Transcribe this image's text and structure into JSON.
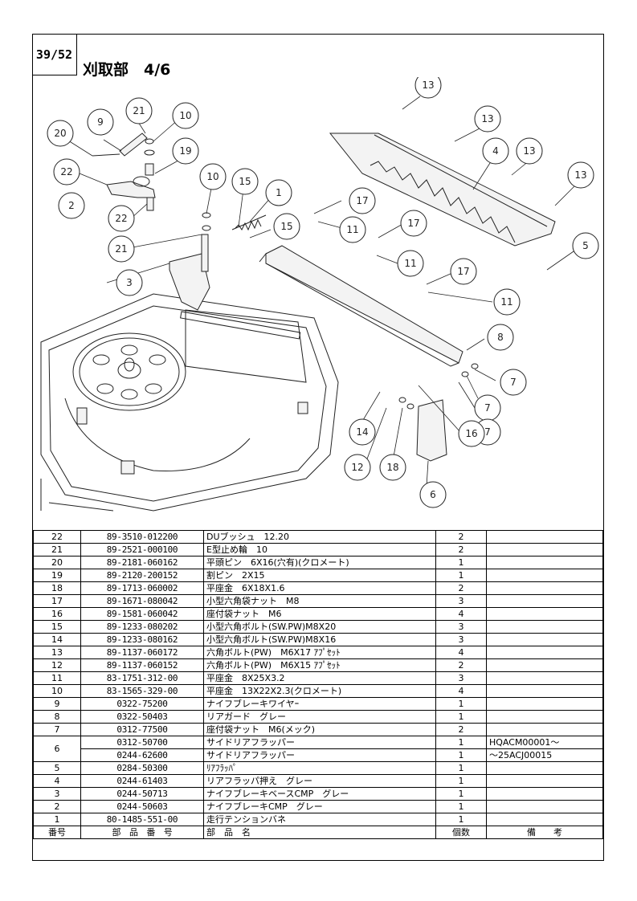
{
  "header": {
    "page_number": "39/52",
    "title": "刈取部　4/6"
  },
  "diagram": {
    "callouts": [
      "13",
      "13",
      "4",
      "13",
      "13",
      "5",
      "21",
      "10",
      "9",
      "20",
      "22",
      "19",
      "2",
      "22",
      "10",
      "15",
      "1",
      "21",
      "15",
      "17",
      "11",
      "17",
      "11",
      "17",
      "11",
      "3",
      "8",
      "7",
      "7",
      "7",
      "16",
      "14",
      "12",
      "18",
      "6"
    ]
  },
  "table": {
    "headers": {
      "no": "番号",
      "part_number": "部　品　番　号",
      "name": "部　品　名",
      "qty": "個数",
      "remarks": "備　　考"
    },
    "rows": [
      {
        "no": "22",
        "part_number": "89-3510-012200",
        "name": "DUブッシュ　12.20",
        "qty": "2",
        "remarks": ""
      },
      {
        "no": "21",
        "part_number": "89-2521-000100",
        "name": "E型止め輪　10",
        "qty": "2",
        "remarks": ""
      },
      {
        "no": "20",
        "part_number": "89-2181-060162",
        "name": "平頭ピン　6X16(穴有)(クロメート)",
        "qty": "1",
        "remarks": ""
      },
      {
        "no": "19",
        "part_number": "89-2120-200152",
        "name": "割ピン　2X15",
        "qty": "1",
        "remarks": ""
      },
      {
        "no": "18",
        "part_number": "89-1713-060002",
        "name": "平座金　6X18X1.6",
        "qty": "2",
        "remarks": ""
      },
      {
        "no": "17",
        "part_number": "89-1671-080042",
        "name": "小型六角袋ナット　M8",
        "qty": "3",
        "remarks": ""
      },
      {
        "no": "16",
        "part_number": "89-1581-060042",
        "name": "座付袋ナット　M6",
        "qty": "4",
        "remarks": ""
      },
      {
        "no": "15",
        "part_number": "89-1233-080202",
        "name": "小型六角ボルト(SW.PW)M8X20",
        "qty": "3",
        "remarks": ""
      },
      {
        "no": "14",
        "part_number": "89-1233-080162",
        "name": "小型六角ボルト(SW.PW)M8X16",
        "qty": "3",
        "remarks": ""
      },
      {
        "no": "13",
        "part_number": "89-1137-060172",
        "name": "六角ボルト(PW)　M6X17 ｱﾌﾟｾｯﾄ",
        "qty": "4",
        "remarks": ""
      },
      {
        "no": "12",
        "part_number": "89-1137-060152",
        "name": "六角ボルト(PW)　M6X15 ｱﾌﾟｾｯﾄ",
        "qty": "2",
        "remarks": ""
      },
      {
        "no": "11",
        "part_number": "83-1751-312-00",
        "name": "平座金　8X25X3.2",
        "qty": "3",
        "remarks": ""
      },
      {
        "no": "10",
        "part_number": "83-1565-329-00",
        "name": "平座金　13X22X2.3(クロメート)",
        "qty": "4",
        "remarks": ""
      },
      {
        "no": "9",
        "part_number": "0322-75200",
        "name": "ナイフブレーキワイヤｰ",
        "qty": "1",
        "remarks": ""
      },
      {
        "no": "8",
        "part_number": "0322-50403",
        "name": "リアガード　グレー",
        "qty": "1",
        "remarks": ""
      },
      {
        "no": "7",
        "part_number": "0312-77500",
        "name": "座付袋ナット　M6(メック)",
        "qty": "2",
        "remarks": ""
      },
      {
        "no": "6",
        "part_number": "0312-50700",
        "name": "サイドリアフラッパー",
        "qty": "1",
        "remarks": "HQACM00001～"
      },
      {
        "no": "",
        "part_number": "0244-62600",
        "name": "サイドリアフラッパー",
        "qty": "1",
        "remarks": "～25ACJ00015"
      },
      {
        "no": "5",
        "part_number": "0284-50300",
        "name": "ﾘｱﾌﾗｯﾊﾟ",
        "qty": "1",
        "remarks": ""
      },
      {
        "no": "4",
        "part_number": "0244-61403",
        "name": "リアフラッパ押え　グレー",
        "qty": "1",
        "remarks": ""
      },
      {
        "no": "3",
        "part_number": "0244-50713",
        "name": "ナイフブレーキベースCMP　グレー",
        "qty": "1",
        "remarks": ""
      },
      {
        "no": "2",
        "part_number": "0244-50603",
        "name": "ナイフブレーキCMP　グレー",
        "qty": "1",
        "remarks": ""
      },
      {
        "no": "1",
        "part_number": "80-1485-551-00",
        "name": "走行テンションバネ",
        "qty": "1",
        "remarks": ""
      }
    ]
  }
}
